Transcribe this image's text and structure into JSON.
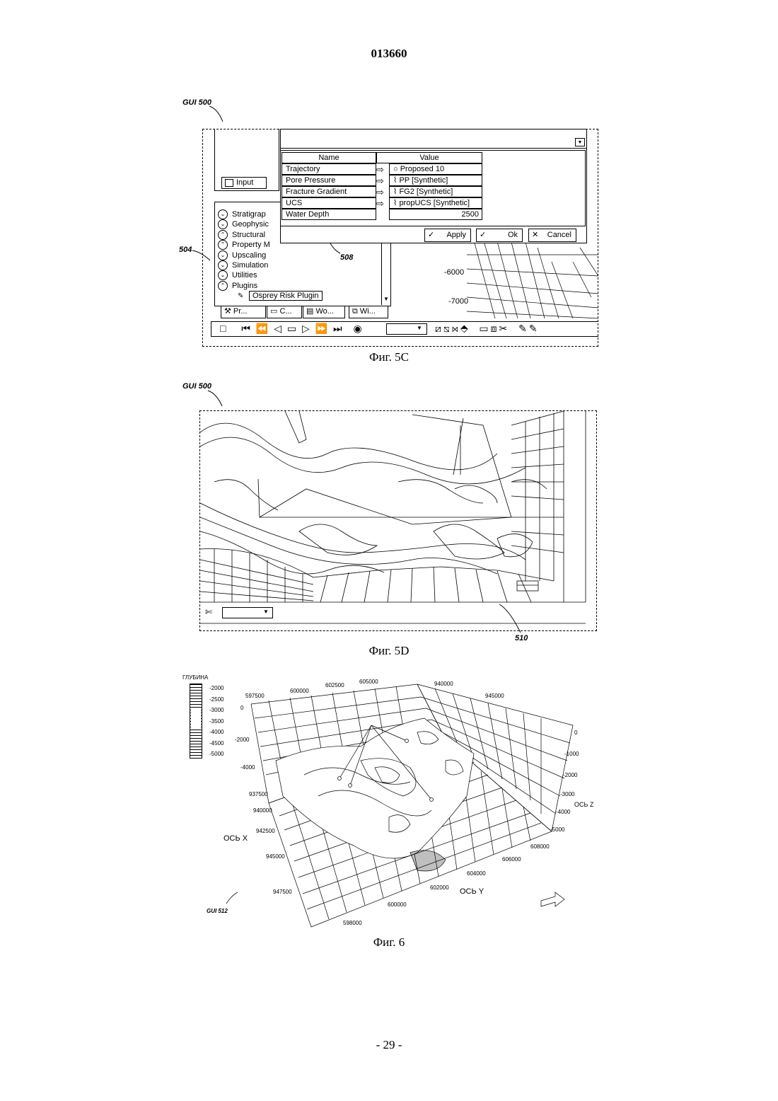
{
  "header": {
    "doc_number": "013660"
  },
  "fig5c": {
    "label_gui": "GUI 500",
    "label_504": "504",
    "label_508": "508",
    "caption": "Фиг. 5С",
    "input_tab": "Input",
    "table": {
      "headers": [
        "Name",
        "Value"
      ],
      "rows": [
        {
          "name": "Trajectory",
          "value": "Proposed 10"
        },
        {
          "name": "Pore Pressure",
          "value": "PP [Synthetic]"
        },
        {
          "name": "Fracture Gradient",
          "value": "FG2 [Synthetic]"
        },
        {
          "name": "UCS",
          "value": "propUCS [Synthetic]"
        },
        {
          "name": "Water Depth",
          "value": "2500"
        }
      ]
    },
    "buttons": {
      "apply": "Apply",
      "ok": "Ok",
      "cancel": "Cancel"
    },
    "tree_items": [
      "Stratigrap",
      "Geophysic",
      "Structural",
      "Property M",
      "Upscaling",
      "Simulation",
      "Utilities",
      "Plugins"
    ],
    "plugin_item": "Osprey Risk Plugin",
    "bottom_tabs": [
      "Pr...",
      "C...",
      "Wo...",
      "Wi..."
    ],
    "depth_labels": [
      "-6000",
      "-7000"
    ]
  },
  "fig5d": {
    "label_gui": "GUI 500",
    "label_510": "510",
    "caption": "Фиг. 5D"
  },
  "fig6": {
    "legend_title": "ГЛУБИНА",
    "legend_values": [
      "-2000",
      "-2500",
      "-3000",
      "-3500",
      "-4000",
      "-4500",
      "-5000"
    ],
    "top_ticks": [
      "597500",
      "600000",
      "602500",
      "605000",
      "940000",
      "945000"
    ],
    "left_z_ticks": [
      "0",
      "-2000",
      "-4000"
    ],
    "right_z_ticks": [
      "0",
      "-1000",
      "-2000",
      "-3000",
      "-4000",
      "-5000"
    ],
    "x_ticks": [
      "937500",
      "940000",
      "942500",
      "945000",
      "947500"
    ],
    "y_ticks": [
      "598000",
      "600000",
      "602000",
      "604000",
      "606000",
      "608000"
    ],
    "axis_x": "ОСЬ X",
    "axis_y": "ОСЬ Y",
    "axis_z": "ОСЬ Z",
    "label_gui": "GUI 512",
    "caption": "Фиг. 6"
  },
  "footer": {
    "page": "- 29 -"
  }
}
